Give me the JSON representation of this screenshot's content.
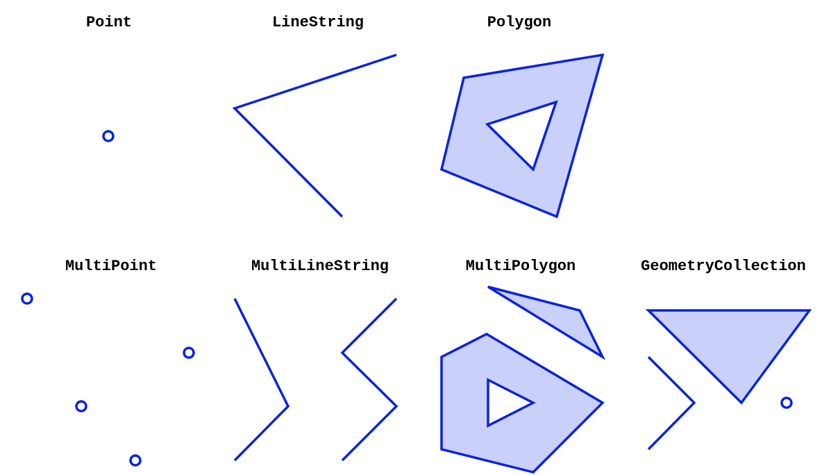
{
  "colors": {
    "stroke": "#0a22e0",
    "fill": "#c9d0fa",
    "background": "#ffffff",
    "text": "#000000"
  },
  "panels": {
    "point": {
      "title": "Point"
    },
    "linestring": {
      "title": "LineString"
    },
    "polygon": {
      "title": "Polygon"
    },
    "multipoint": {
      "title": "MultiPoint"
    },
    "multilinestring": {
      "title": "MultiLineString"
    },
    "multipolygon": {
      "title": "MultiPolygon"
    },
    "geometrycollection": {
      "title": "GeometryCollection"
    }
  }
}
